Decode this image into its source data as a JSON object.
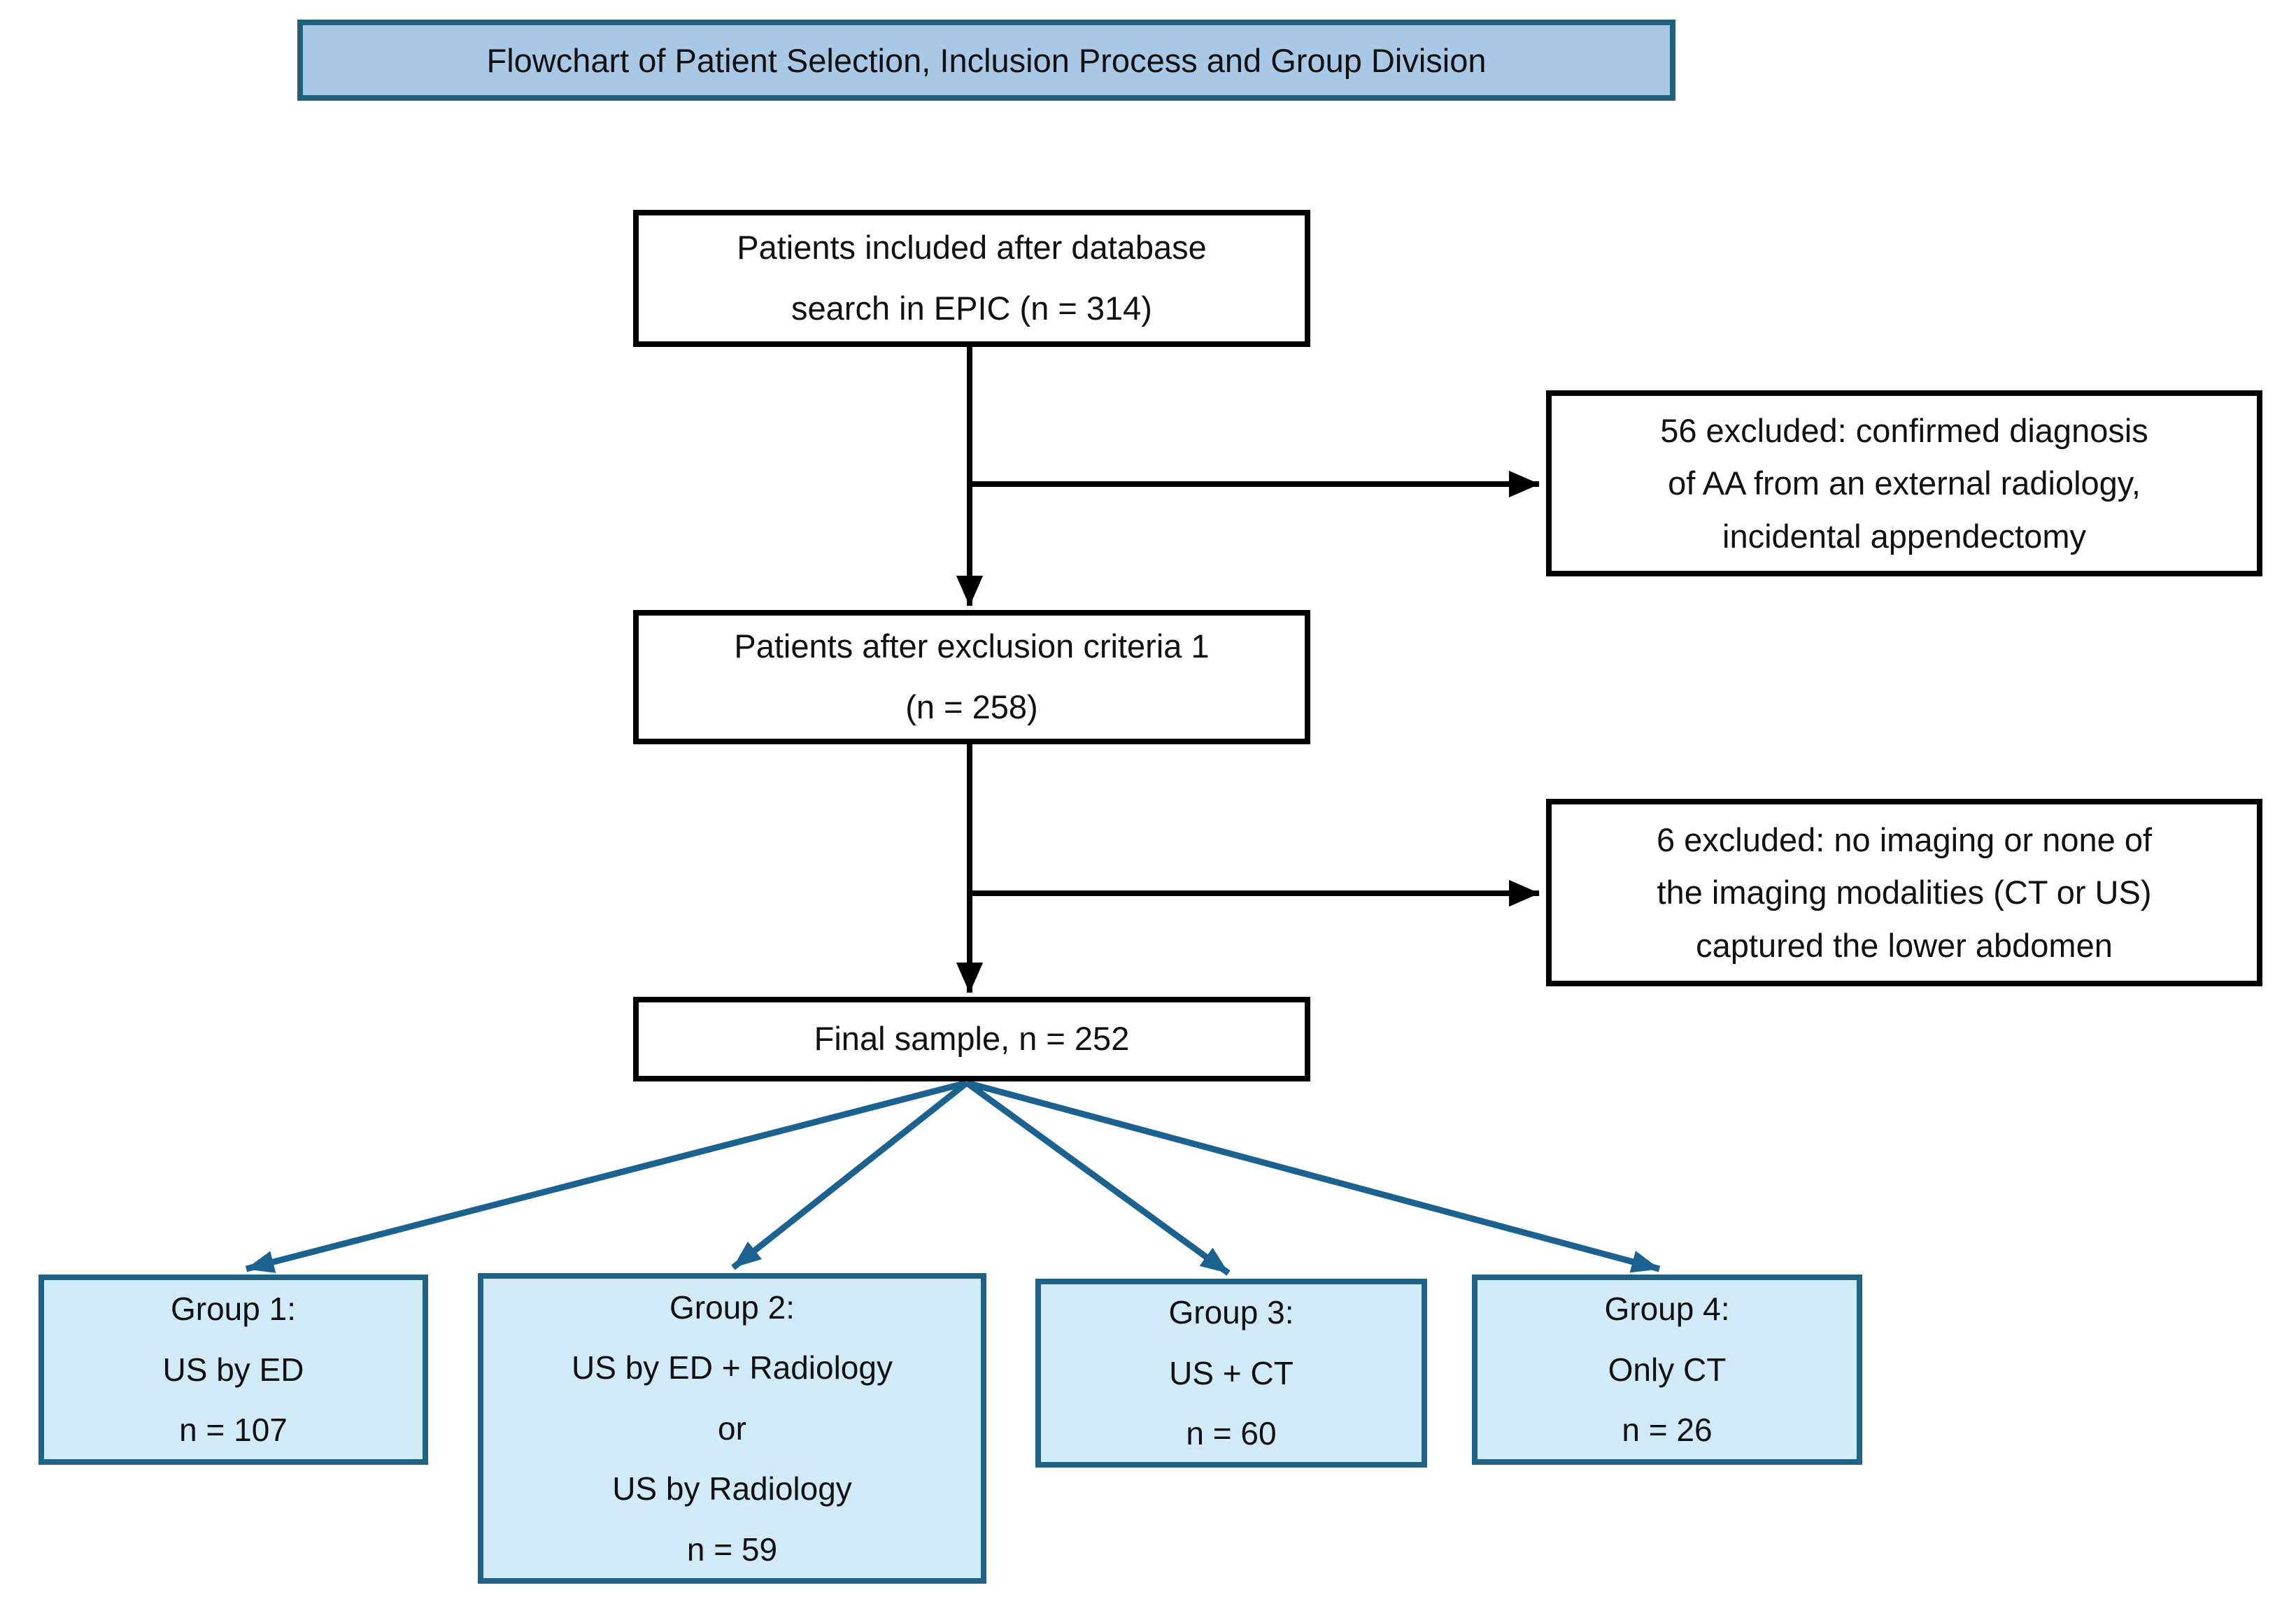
{
  "title": {
    "label": "Flowchart of Patient Selection, Inclusion Process and Group Division"
  },
  "nodes": {
    "epic": {
      "text": "Patients included after database\nsearch in EPIC (n = 314)"
    },
    "excluded1": {
      "text": "56 excluded: confirmed diagnosis\nof AA from an external radiology,\nincidental appendectomy"
    },
    "after_exclusion1": {
      "text": "Patients after exclusion criteria 1\n(n = 258)"
    },
    "excluded2": {
      "text": "6 excluded: no imaging or none of\nthe imaging modalities (CT or US)\ncaptured the lower abdomen"
    },
    "final_sample": {
      "text": "Final sample, n = 252"
    },
    "group1": {
      "text": "Group 1:\nUS by ED\nn = 107"
    },
    "group2": {
      "text": "Group 2:\nUS by ED + Radiology\nor\nUS by Radiology\nn = 59"
    },
    "group3": {
      "text": "Group 3:\nUS + CT\nn = 60"
    },
    "group4": {
      "text": "Group 4:\nOnly CT\nn = 26"
    }
  },
  "colors": {
    "title_fill": "#a9c8e6",
    "title_border": "#21607f",
    "process_fill": "#ffffff",
    "process_border": "#000000",
    "group_fill": "#d0eaf6",
    "group_border": "#1e6383",
    "black_connector": "#000000",
    "teal_connector": "#1c6290"
  }
}
